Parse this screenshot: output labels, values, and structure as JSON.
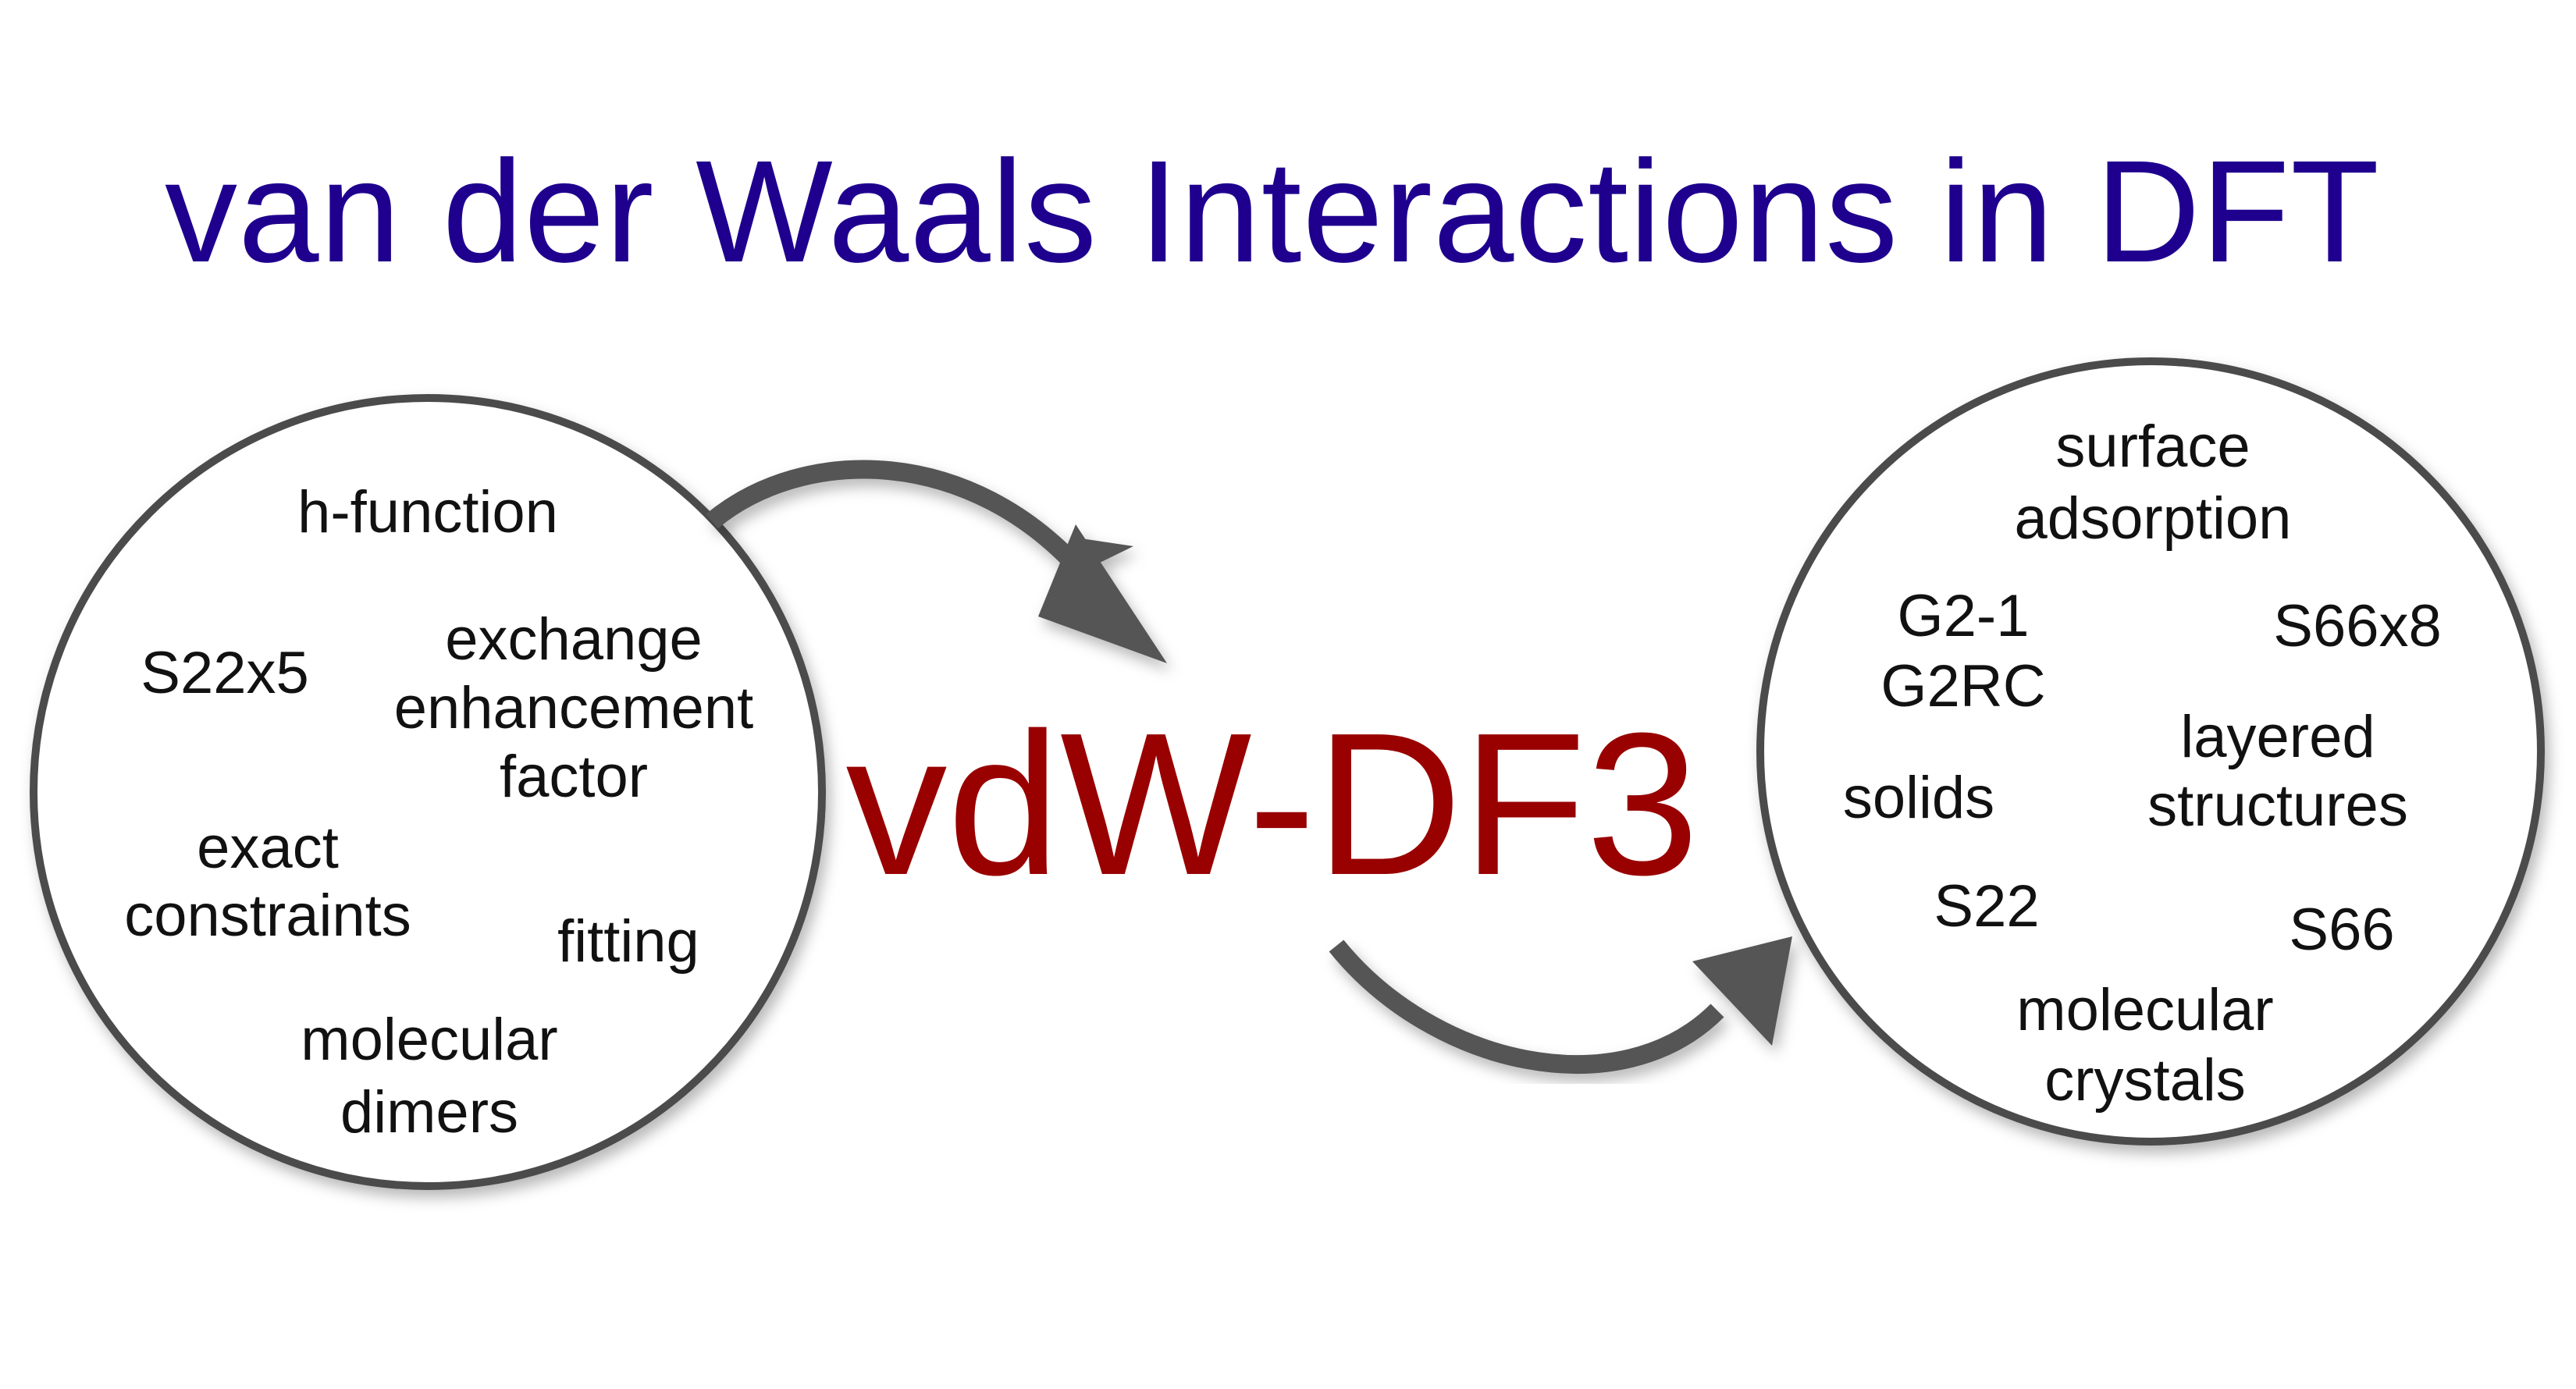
{
  "title": "van der Waals Interactions in DFT",
  "center_label": "vdW-DF3",
  "colors": {
    "title": "#1f008e",
    "center_label": "#990000",
    "circle_stroke": "#4b4b4b",
    "arrow": "#555555",
    "text": "#111111"
  },
  "left_circle": {
    "items": {
      "h_function": "h-function",
      "s22x5": "S22x5",
      "exchange": "exchange",
      "enhancement": "enhancement",
      "factor": "factor",
      "exact": "exact",
      "constraints": "constraints",
      "fitting": "fitting",
      "molecular": "molecular",
      "dimers": "dimers"
    }
  },
  "right_circle": {
    "items": {
      "surface": "surface",
      "adsorption": "adsorption",
      "g2_1": "G2-1",
      "g2rc": "G2RC",
      "s66x8": "S66x8",
      "layered": "layered",
      "structures": "structures",
      "solids": "solids",
      "s22": "S22",
      "s66": "S66",
      "molecular": "molecular",
      "crystals": "crystals"
    }
  },
  "arrows": {
    "top_icon": "curved-arrow-icon",
    "bottom_icon": "curved-arrow-icon"
  }
}
